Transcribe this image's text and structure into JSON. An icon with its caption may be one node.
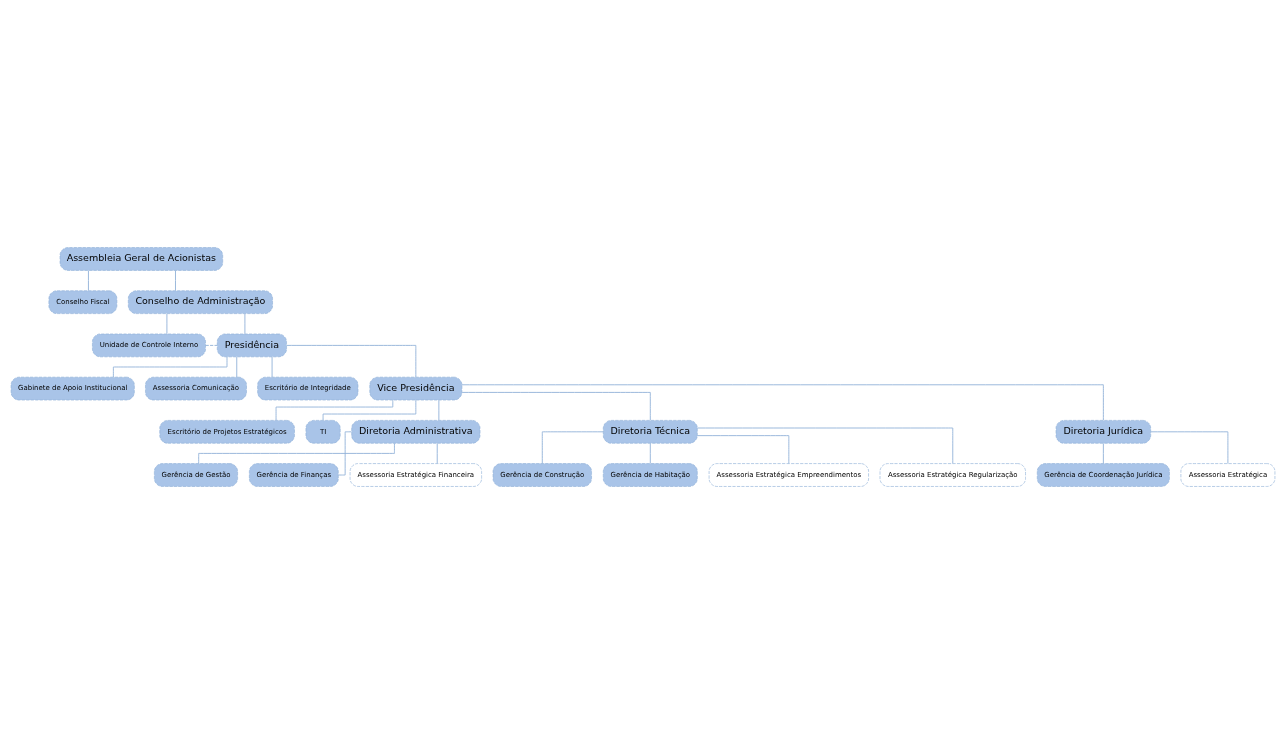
{
  "diagram": {
    "nodes": [
      {
        "text": [
          "Assembleia Geral de Acionistas"
        ]
      },
      {
        "text": [
          "Conselho Fiscal"
        ]
      },
      {
        "text": [
          "Conselho de Administração"
        ]
      },
      {
        "text": [
          "Unidade de Controle Interno"
        ]
      },
      {
        "text": [
          "Presidência"
        ]
      },
      {
        "text": [
          "Gabinete de Apoio Institucional"
        ]
      },
      {
        "text": [
          "Assessoria Comunicação"
        ]
      },
      {
        "text": [
          "Escritório de Integridade"
        ]
      },
      {
        "text": [
          "Vice Presidência"
        ]
      },
      {
        "text": [
          "Escritório de Projetos Estratégicos"
        ]
      },
      {
        "text": [
          "TI"
        ]
      },
      {
        "text": [
          "Diretoria Administrativa"
        ]
      },
      {
        "text": [
          "Diretoria Técnica"
        ]
      },
      {
        "text": [
          "Diretoria Jurídica"
        ]
      },
      {
        "text": [
          "Gerência de Gestão"
        ]
      },
      {
        "text": [
          "Gerência de Finanças"
        ]
      },
      {
        "text": [
          "Assessoria Estratégica Financeira"
        ]
      },
      {
        "text": [
          "Gerência de Construção"
        ]
      },
      {
        "text": [
          "Gerência de Habitação"
        ]
      },
      {
        "text": [
          "Assessoria Estratégica Empreendimentos"
        ]
      },
      {
        "text": [
          "Assessoria Estratégica Regularização"
        ]
      },
      {
        "text": [
          "Gerência de Coordenação Jurídica"
        ]
      },
      {
        "text": [
          "Assessoria Estratégica"
        ]
      }
    ],
    "edges": [
      {
        "from": 0,
        "to": 1,
        "arrow": "none"
      },
      {
        "from": 0,
        "to": 2,
        "arrow": "none"
      },
      {
        "from": 2,
        "to": 3,
        "arrow": "none"
      },
      {
        "from": 3,
        "to": 4,
        "arrow": "none",
        "style": "dashed"
      },
      {
        "from": 2,
        "to": 4,
        "arrow": "none"
      },
      {
        "from": 4,
        "to": 5,
        "arrow": "none"
      },
      {
        "from": 4,
        "to": 6,
        "arrow": "none"
      },
      {
        "from": 4,
        "to": 7,
        "arrow": "none"
      },
      {
        "from": 4,
        "to": 8,
        "arrow": "none"
      },
      {
        "from": 8,
        "to": 9,
        "arrow": "none"
      },
      {
        "from": 8,
        "to": 10,
        "arrow": "none"
      },
      {
        "from": 8,
        "to": 11,
        "arrow": "none"
      },
      {
        "from": 8,
        "to": 12,
        "arrow": "none"
      },
      {
        "from": 8,
        "to": 13,
        "arrow": "none"
      },
      {
        "from": 11,
        "to": 14,
        "arrow": "none"
      },
      {
        "from": 11,
        "to": 15,
        "arrow": "none"
      },
      {
        "from": 11,
        "to": 16,
        "arrow": "none"
      },
      {
        "from": 12,
        "to": 17,
        "arrow": "none"
      },
      {
        "from": 12,
        "to": 18,
        "arrow": "none"
      },
      {
        "from": 12,
        "to": 19,
        "arrow": "none"
      },
      {
        "from": 12,
        "to": 20,
        "arrow": "none"
      },
      {
        "from": 13,
        "to": 21,
        "arrow": "none"
      },
      {
        "from": 13,
        "to": 22,
        "arrow": "none"
      }
    ]
  }
}
